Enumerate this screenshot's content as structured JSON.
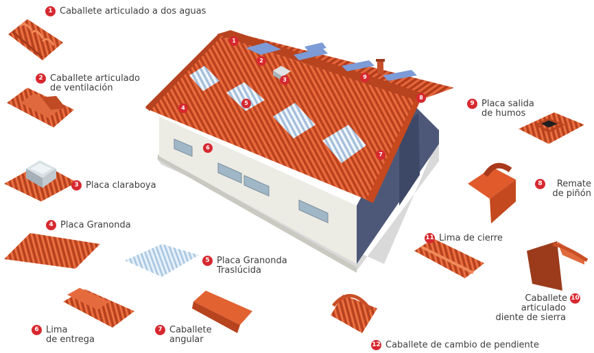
{
  "items": [
    {
      "num": "1",
      "line1": "Caballete articulado a dos aguas"
    },
    {
      "num": "2",
      "line1": "Caballete articulado",
      "line2": "de ventilación"
    },
    {
      "num": "3",
      "line1": "Placa claraboya"
    },
    {
      "num": "4",
      "line1": "Placa Granonda"
    },
    {
      "num": "5",
      "line1": "Placa Granonda",
      "line2": "Traslúcida"
    },
    {
      "num": "6",
      "line1": "Lima",
      "line2": "de entrega"
    },
    {
      "num": "7",
      "line1": "Caballete",
      "line2": "angular"
    },
    {
      "num": "8",
      "line1": "Remate",
      "line2": "de piñón"
    },
    {
      "num": "9",
      "line1": "Placa salida",
      "line2": "de humos"
    },
    {
      "num": "10",
      "line1": "Caballete",
      "line2": "articulado",
      "line3": "diente de sierra"
    },
    {
      "num": "11",
      "line1": "Lima de cierre"
    },
    {
      "num": "12",
      "line1": "Caballete de cambio de pendiente"
    }
  ],
  "colors": {
    "badge": "#d7282f",
    "roof": "#d9542b",
    "roof_dark": "#a8391b",
    "skylight": "#c9dcf0",
    "wall": "#ecebe4",
    "gable": "#4e5a78",
    "text": "#3c3c3c"
  }
}
